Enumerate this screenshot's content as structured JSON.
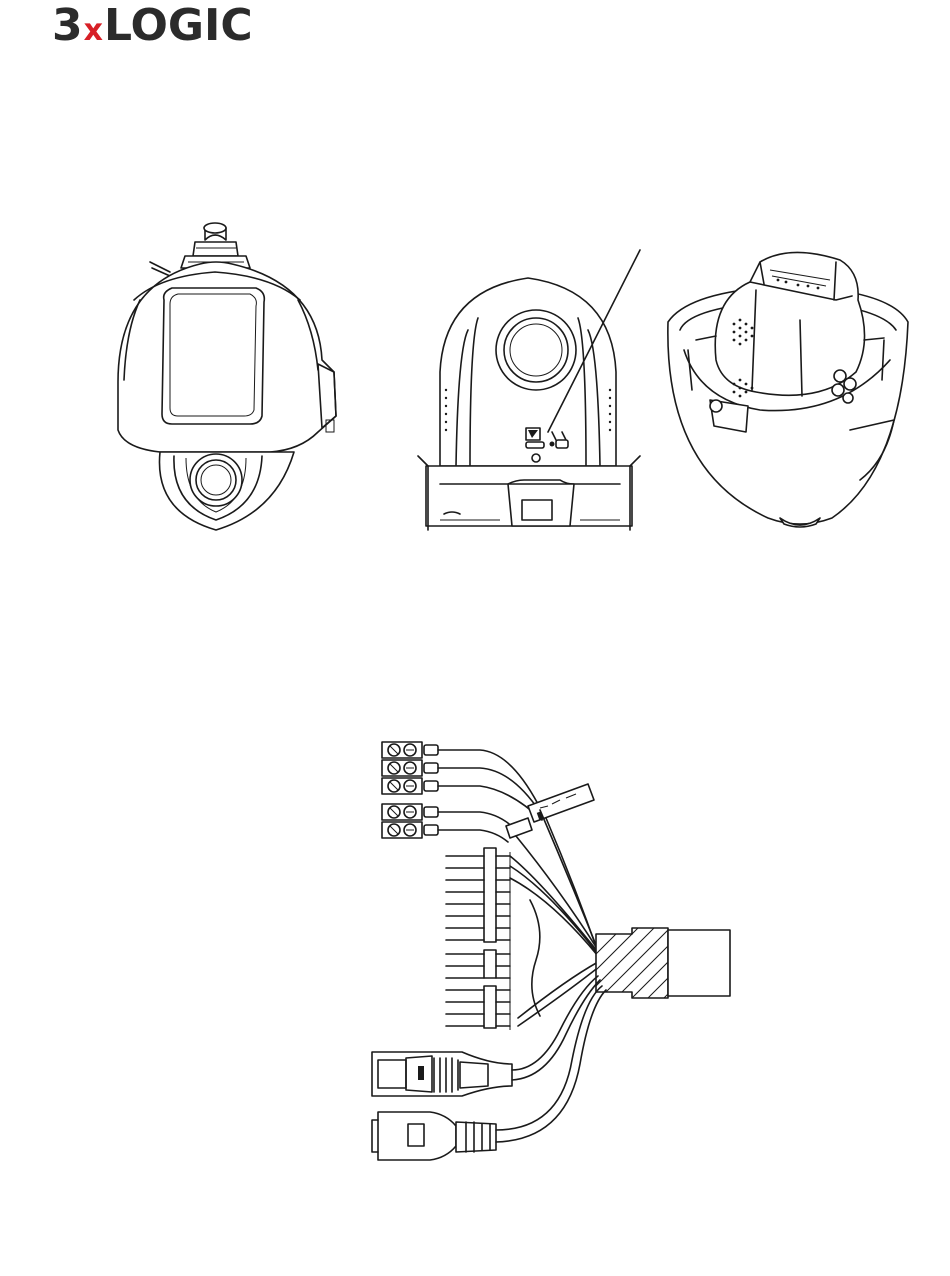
{
  "logo": {
    "prefix": "3",
    "mark": "x",
    "suffix": "LOGIC",
    "colors": {
      "text": "#2b2b2b",
      "mark": "#d71f26"
    }
  },
  "figures": {
    "camera_front": {
      "icon": "ptz-dome-camera-icon"
    },
    "camera_reset_panel": {
      "icon": "camera-reset-panel-icon"
    },
    "camera_open_housing": {
      "icon": "open-dome-housing-icon"
    },
    "cable_harness": {
      "icon": "cable-harness-icon"
    }
  }
}
